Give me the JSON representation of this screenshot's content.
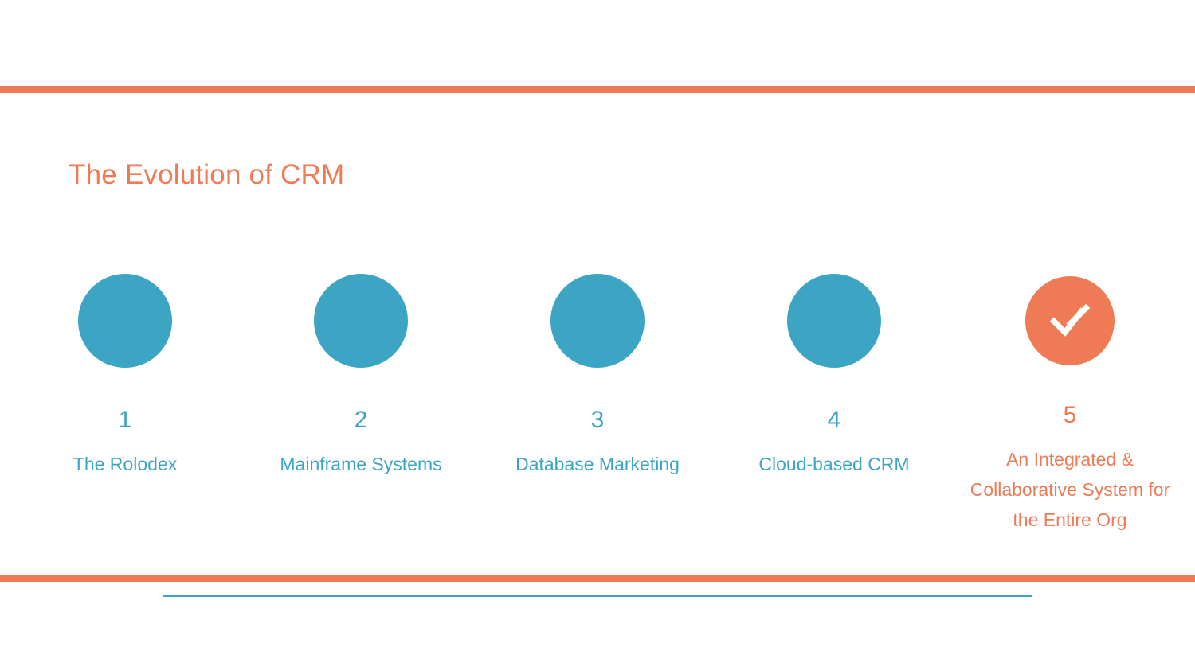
{
  "slide": {
    "title": "The Evolution of CRM",
    "colors": {
      "accent_teal": "#3ca5c4",
      "accent_orange": "#ee7b55",
      "background": "#ffffff"
    }
  },
  "timeline": {
    "steps": [
      {
        "number": "1",
        "label": "The Rolodex",
        "color": "#3ca5c4",
        "icon": ""
      },
      {
        "number": "2",
        "label": "Mainframe Systems",
        "color": "#3ca5c4",
        "icon": ""
      },
      {
        "number": "3",
        "label": "Database Marketing",
        "color": "#3ca5c4",
        "icon": ""
      },
      {
        "number": "4",
        "label": "Cloud-based CRM",
        "color": "#3ca5c4",
        "icon": ""
      },
      {
        "number": "5",
        "label": "An Integrated & Collaborative System for the Entire Org",
        "color": "#ee7b55",
        "icon": "double-check-icon"
      }
    ]
  }
}
